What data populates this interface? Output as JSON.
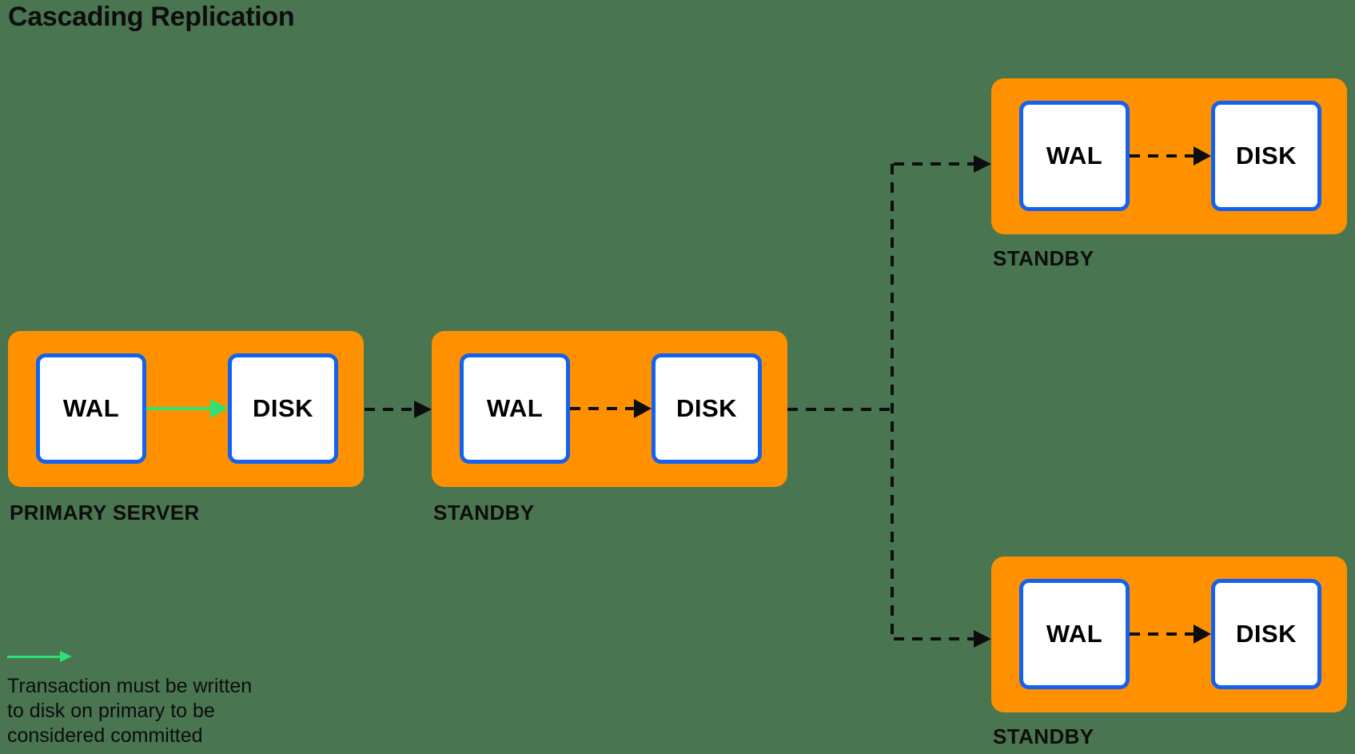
{
  "title": "Cascading Replication",
  "colors": {
    "background": "#4A7551",
    "server_fill": "#FF9000",
    "node_fill": "#FFFFFF",
    "node_border": "#1262EF",
    "commit_arrow": "#2DE273",
    "replication_arrow": "#0D0D0D",
    "text": "#0D0D0D"
  },
  "servers": [
    {
      "label": "PRIMARY SERVER",
      "nodes": [
        "WAL",
        "DISK"
      ]
    },
    {
      "label": "STANDBY",
      "nodes": [
        "WAL",
        "DISK"
      ]
    },
    {
      "label": "STANDBY",
      "nodes": [
        "WAL",
        "DISK"
      ]
    },
    {
      "label": "STANDBY",
      "nodes": [
        "WAL",
        "DISK"
      ]
    }
  ],
  "legend": {
    "lines": [
      "Transaction must be written",
      "to disk on primary to be",
      "considered committed"
    ]
  }
}
